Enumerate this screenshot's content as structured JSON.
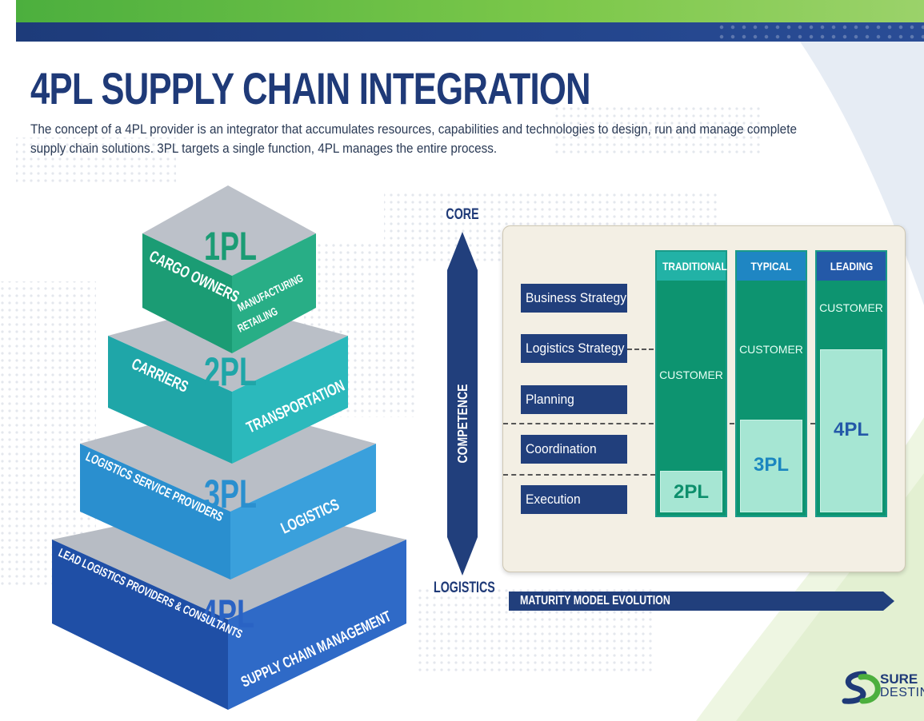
{
  "header": {
    "title": "4PL SUPPLY CHAIN INTEGRATION",
    "description": "The concept of a 4PL provider is an integrator that accumulates resources, capabilities and technologies to design, run and manage complete supply chain solutions. 3PL targets a single function,  4PL manages the entire process."
  },
  "pyramid": {
    "tiers": [
      {
        "level": "1PL",
        "left_label": "CARGO OWNERS",
        "right_label": [
          "MANUFACTURING",
          "RETAILING"
        ]
      },
      {
        "level": "2PL",
        "left_label": "CARRIERS",
        "right_label": [
          "TRANSPORTATION"
        ]
      },
      {
        "level": "3PL",
        "left_label": "LOGISTICS SERVICE PROVIDERS",
        "right_label": [
          "LOGISTICS"
        ]
      },
      {
        "level": "4PL",
        "left_label": "LEAD LOGISTICS PROVIDERS & CONSULTANTS",
        "right_label": [
          "SUPPLY CHAIN MANAGEMENT"
        ]
      }
    ]
  },
  "competence_axis": {
    "top": "CORE",
    "middle": "COMPETENCE",
    "bottom": "LOGISTICS"
  },
  "maturity": {
    "levels": [
      "Business Strategy",
      "Logistics Strategy",
      "Planning",
      "Coordination",
      "Execution"
    ],
    "columns": [
      {
        "header": "TRADITIONAL",
        "customer": "CUSTOMER",
        "provider": "2PL"
      },
      {
        "header": "TYPICAL",
        "customer": "CUSTOMER",
        "provider": "3PL"
      },
      {
        "header": "LEADING",
        "customer": "CUSTOMER",
        "provider": "4PL"
      }
    ],
    "evolution_label": "MATURITY MODEL EVOLUTION"
  },
  "logo": {
    "line1": "SURE",
    "line2": "DESTINY"
  },
  "colors": {
    "navy": "#1f3a78",
    "tier1": "#1fa37a",
    "tier2": "#22b3b5",
    "tier3": "#2a8fcf",
    "tier4": "#2458b0",
    "teal_column": "#0d9470",
    "mint": "#a6e6d3"
  }
}
